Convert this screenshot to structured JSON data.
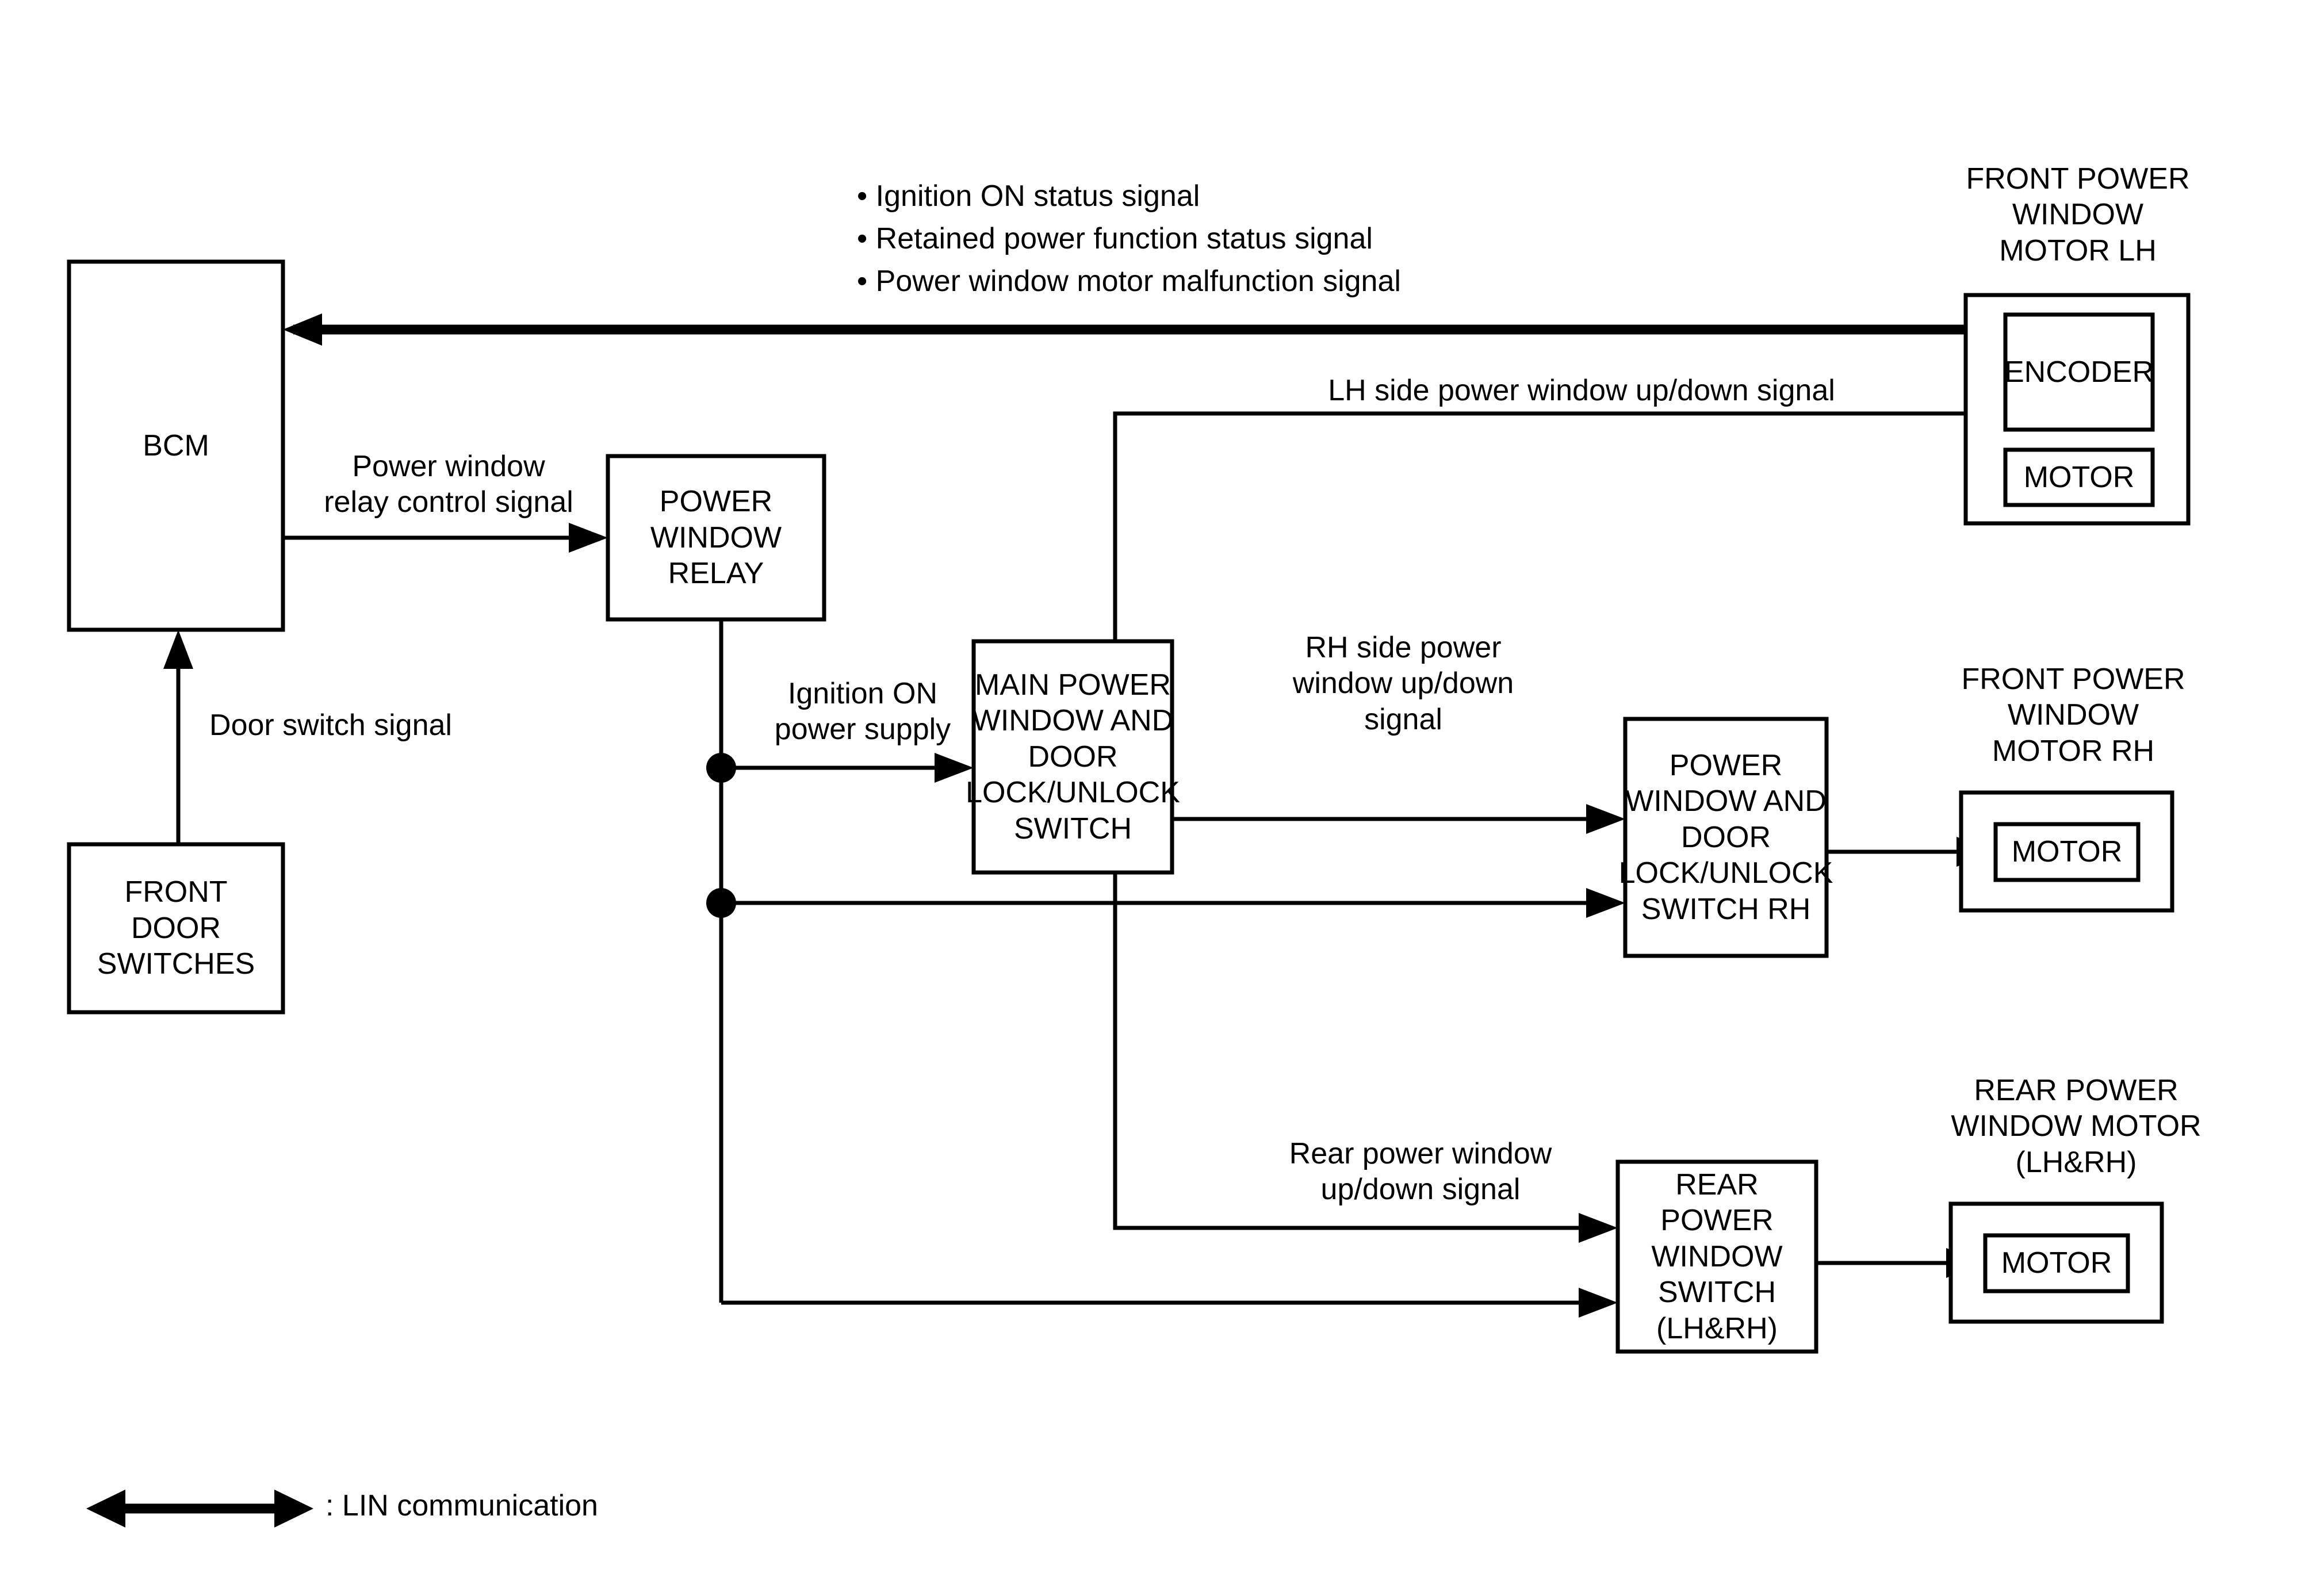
{
  "diagram": {
    "title": "Power window system block diagram",
    "stroke_color": "#000000",
    "background_color": "#ffffff",
    "blocks": {
      "bcm": "BCM",
      "front_door_switches": "FRONT\nDOOR\nSWITCHES",
      "power_window_relay": "POWER\nWINDOW\nRELAY",
      "main_power_window_switch": "MAIN POWER\nWINDOW AND\nDOOR\nLOCK/UNLOCK\nSWITCH",
      "pw_door_lock_switch_rh": "POWER\nWINDOW AND\nDOOR\nLOCK/UNLOCK\nSWITCH RH",
      "rear_power_window_switch": "REAR POWER\nWINDOW\nSWITCH\n(LH&RH)",
      "front_motor_lh_caption": "FRONT POWER\nWINDOW\nMOTOR LH",
      "front_motor_rh_caption": "FRONT POWER\nWINDOW\nMOTOR RH",
      "rear_motor_caption": "REAR POWER\nWINDOW MOTOR\n(LH&RH)",
      "encoder": "ENCODER",
      "motor_lh": "MOTOR",
      "motor_rh": "MOTOR",
      "motor_rear": "MOTOR"
    },
    "signals": {
      "lin_bullets": "• Ignition ON status signal\n• Retained power function status signal\n• Power window motor malfunction signal",
      "lin_bullet_items": [
        "Ignition ON status signal",
        "Retained power function status signal",
        "Power window motor malfunction signal"
      ],
      "lh_side_updown": "LH side power window up/down signal",
      "relay_control": "Power window\nrelay control signal",
      "door_switch": "Door switch signal",
      "ignition_on_supply": "Ignition ON\npower supply",
      "rh_side_updown": "RH side power\nwindow up/down\nsignal",
      "rear_updown": "Rear power window\nup/down signal"
    },
    "legend": {
      "lin_label": ": LIN communication"
    }
  }
}
